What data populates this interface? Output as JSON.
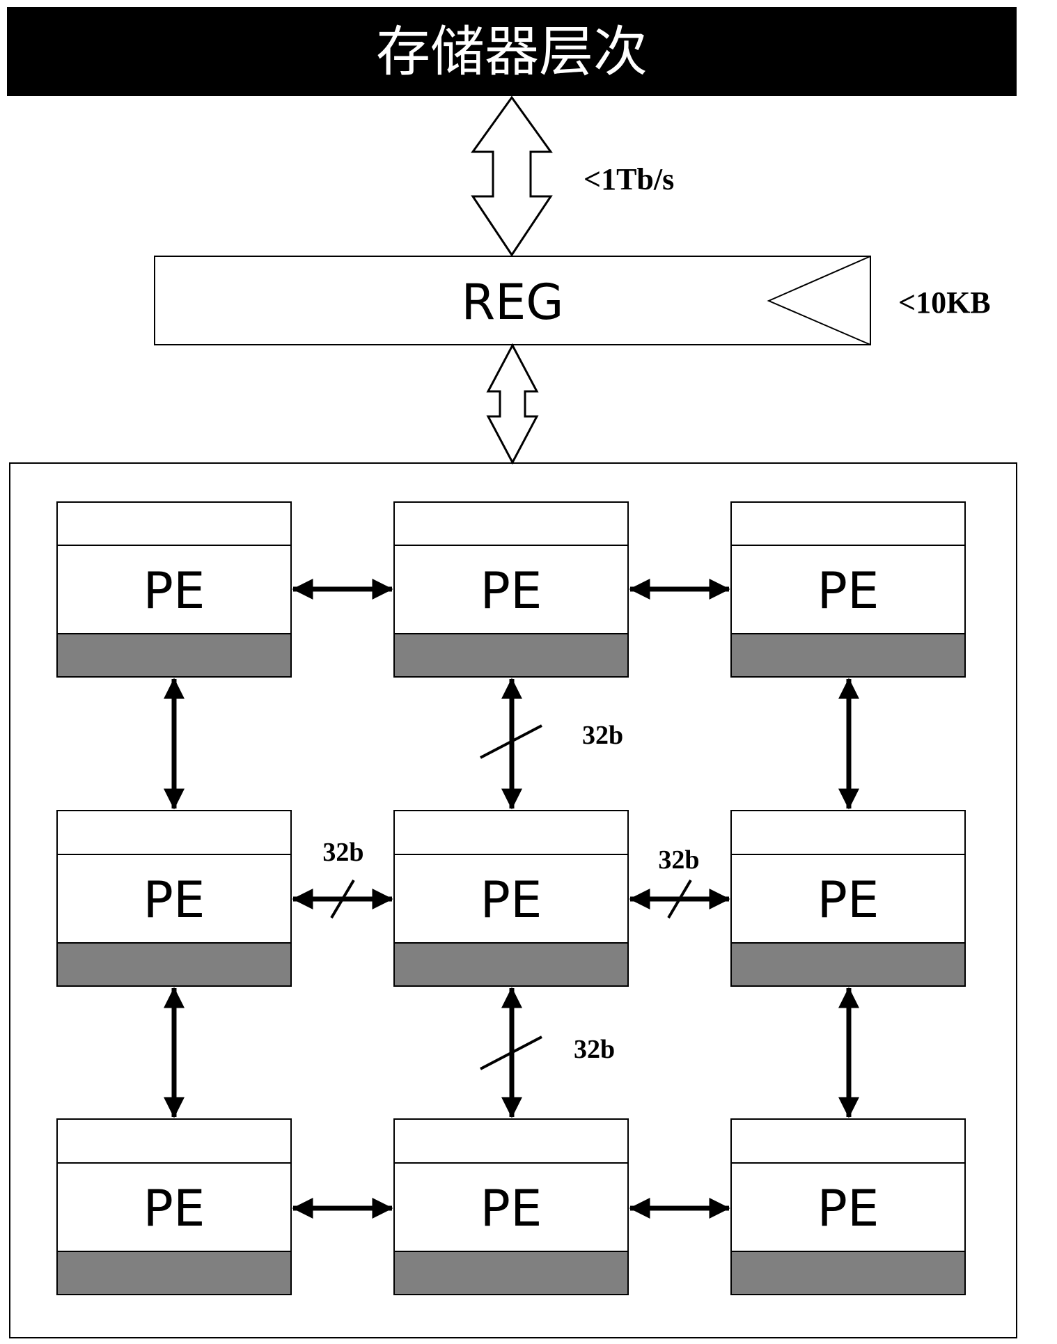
{
  "header": {
    "title": "存储器层次"
  },
  "link_top": {
    "label": "<1Tb/s"
  },
  "reg": {
    "label": "REG",
    "size_label": "<10KB"
  },
  "pe": {
    "label": "PE"
  },
  "links": {
    "v_mid_top": "32b",
    "h_mid_left": "32b",
    "h_mid_right": "32b",
    "v_mid_bottom": "32b"
  },
  "colors": {
    "header_bg": "#000000",
    "pe_bottom": "#808080",
    "stroke": "#000000"
  }
}
